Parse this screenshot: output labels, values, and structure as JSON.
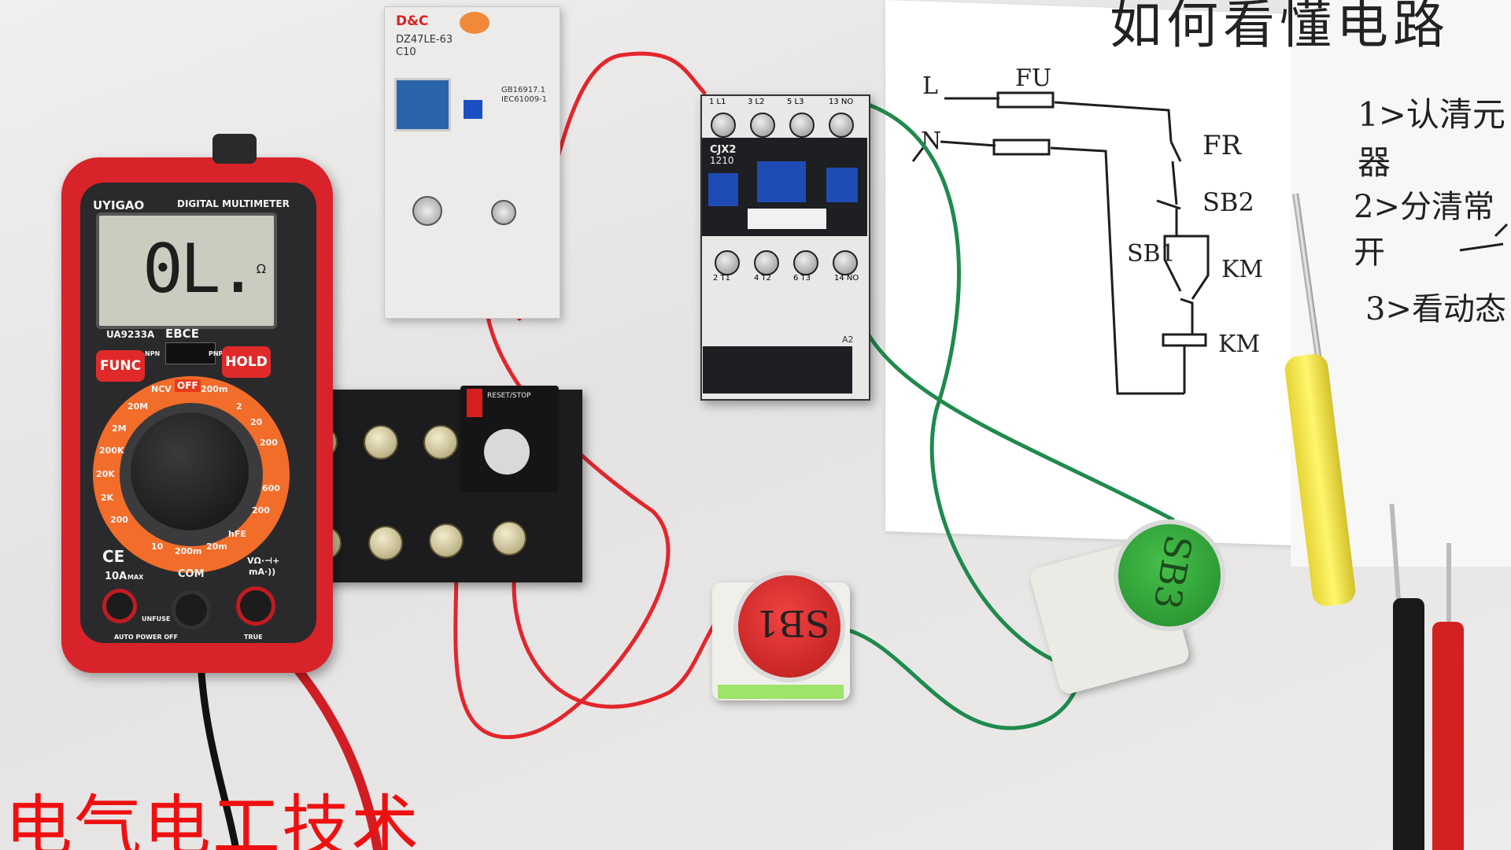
{
  "photo": {
    "caption": "电气电工技术"
  },
  "paper": {
    "heading": "如何看懂电路",
    "step1": "1>认清元器",
    "step2": "2>分清常开",
    "step3": "3>看动态",
    "labels": {
      "L": "L",
      "N": "N",
      "fuse": "FU",
      "FR": "FR",
      "SB2": "SB2",
      "SB1": "SB1",
      "KM_contact": "KM",
      "KM_coil": "KM"
    }
  },
  "multimeter": {
    "brand": "UYIGAO",
    "type": "DIGITAL MULTIMETER",
    "model": "UA9233A",
    "display": "0L.",
    "display_unit": "Ω",
    "socket_label": "EBCE",
    "npn": "NPN",
    "pnp": "PNP",
    "func_button": "FUNC",
    "hold_button": "HOLD",
    "dial_positions": [
      "NCV",
      "OFF",
      "200m",
      "2",
      "20",
      "200",
      "600",
      "200",
      "hFE",
      "20m",
      "200m",
      "10",
      "20M",
      "2M",
      "200K",
      "20K",
      "2K",
      "200"
    ],
    "jack_10a": "10A",
    "jack_10a_sub": "MAX",
    "jack_com": "COM",
    "jack_v": "VΩ·⊣+",
    "jack_ma": "mA·))",
    "ce_mark": "CE",
    "note_left": "AUTO POWER OFF",
    "note_unfused": "UNFUSE",
    "note_true": "TRUE"
  },
  "breaker": {
    "brand": "D&C",
    "model": "DZ47LE-63",
    "rating": "C10",
    "standard1": "GB16917.1",
    "standard2": "IEC61009-1"
  },
  "contactor": {
    "model": "CJX2",
    "model_sub": "1210",
    "top_terminals": [
      "1 L1",
      "3 L2",
      "5 L3",
      "13 NO"
    ],
    "bottom_terminals": [
      "2 T1",
      "4 T2",
      "6 T3",
      "14 NO"
    ],
    "coil_label": "A2"
  },
  "thermal_relay": {
    "reset_label": "RESET/STOP"
  },
  "buttons": {
    "sb1_label": "SB1",
    "sb3_label": "SB3"
  },
  "colors": {
    "wire_red": "#e3262c",
    "wire_green": "#1f8a4c",
    "caption_red": "#ee1010"
  }
}
